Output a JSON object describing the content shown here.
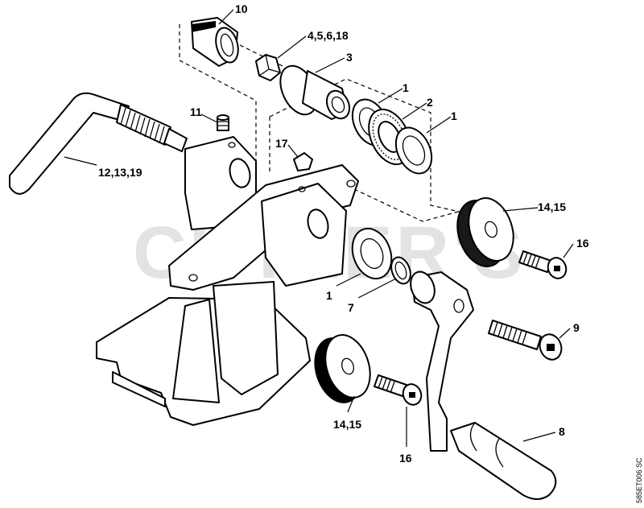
{
  "watermark": "CUTLER'S",
  "drawing_code": "585ET006 SC",
  "callouts": {
    "c10": "10",
    "c4_5_6_18": "4,5,6,18",
    "c3": "3",
    "c1_top": "1",
    "c2": "2",
    "c1_right": "1",
    "c11": "11",
    "c17": "17",
    "c12_13_19": "12,13,19",
    "c14_15_right": "14,15",
    "c16_right": "16",
    "c1_mid": "1",
    "c7": "7",
    "c9": "9",
    "c8": "8",
    "c14_15_bottom": "14,15",
    "c16_bottom": "16"
  }
}
